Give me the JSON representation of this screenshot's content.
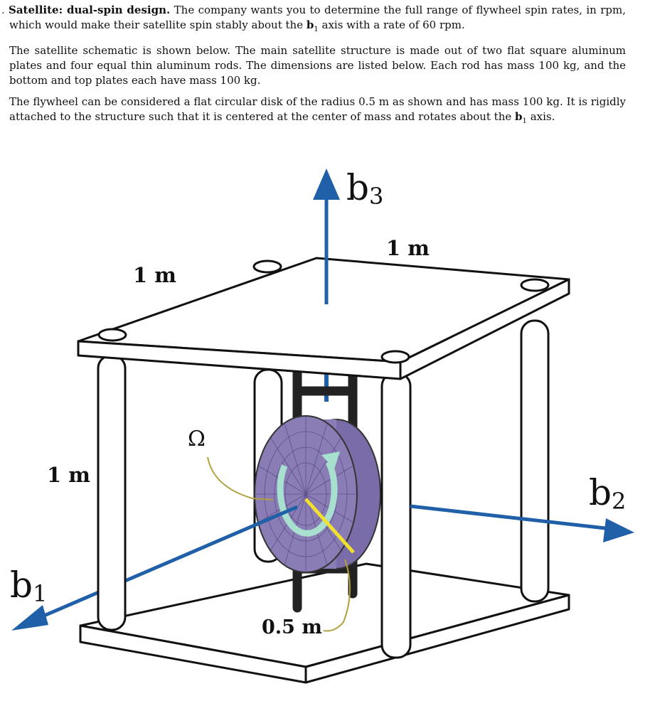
{
  "problem": {
    "bullet": ".",
    "heading": "Satellite: dual-spin design.",
    "p1_rest": "The company wants you to determine the full range of flywheel spin rates, in rpm, which would make their satellite spin stably about the",
    "p1_vec": "b",
    "p1_sub": "1",
    "p1_end": "axis with a rate of 60 rpm.",
    "p2": "The satellite schematic is shown below. The main satellite structure is made out of two flat square aluminum plates and four equal thin aluminum rods. The dimensions are listed below. Each rod has mass 100 kg, and the bottom and top plates each have mass 100 kg.",
    "p3_start": "The flywheel can be considered a flat circular disk of the radius 0.5 m as shown and has mass 100 kg. It is rigidly attached to the structure such that it is centered at the center of mass and rotates about the",
    "p3_vec": "b",
    "p3_sub": "1",
    "p3_end": "axis."
  },
  "figure": {
    "label_top_right": "1 m",
    "label_top_left": "1 m",
    "label_side": "1 m",
    "label_radius": "0.5 m",
    "label_omega": "Ω",
    "axis_b1": "b",
    "axis_b1_sub": "1",
    "axis_b2": "b",
    "axis_b2_sub": "2",
    "axis_b3": "b",
    "axis_b3_sub": "3",
    "colors": {
      "axis_blue": "#2060a8",
      "flywheel_purple": "#8a7cb4",
      "arrow_mint": "#a8e0d0",
      "radius_yellow": "#f0e030",
      "leader_olive": "#b0a040"
    }
  }
}
